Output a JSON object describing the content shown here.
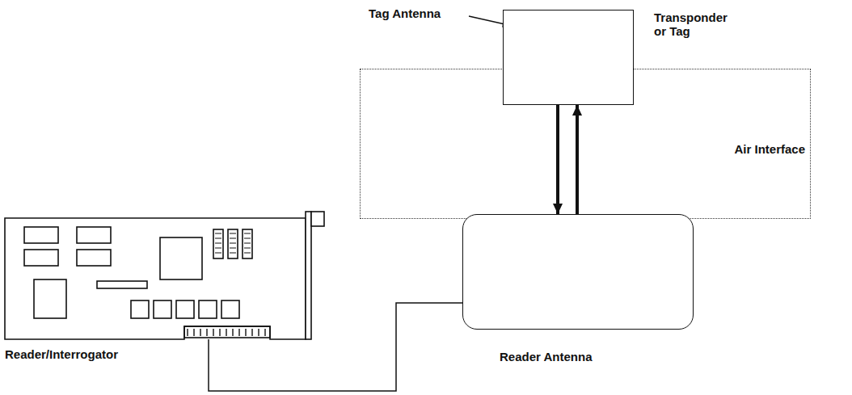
{
  "diagram": {
    "nodes": [
      {
        "text": [
          "Transponder or Tag"
        ]
      },
      {
        "text": [
          "Air Interface"
        ]
      },
      {
        "text": [
          "Reader Antenna"
        ]
      },
      {
        "text": [
          "Reader/Interrogator"
        ]
      }
    ],
    "edges": [
      {
        "from": 0,
        "to": 2,
        "arrow": "to"
      },
      {
        "from": 2,
        "to": 0,
        "arrow": "to"
      },
      {
        "from": 3,
        "to": 2,
        "arrow": "none"
      }
    ],
    "labels": [
      "Tag Antenna"
    ]
  }
}
